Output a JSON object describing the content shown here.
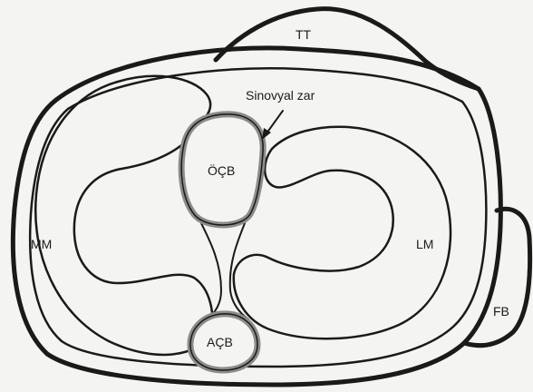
{
  "labels": {
    "tt": "TT",
    "synovial": "Sinovyal zar",
    "ocb": "ÖÇB",
    "mm": "MM",
    "lm": "LM",
    "fb": "FB",
    "acb": "AÇB"
  },
  "colors": {
    "outline": "#1a1a1a",
    "synovium": "#8c8c8c",
    "background": "#f4f4f2"
  }
}
